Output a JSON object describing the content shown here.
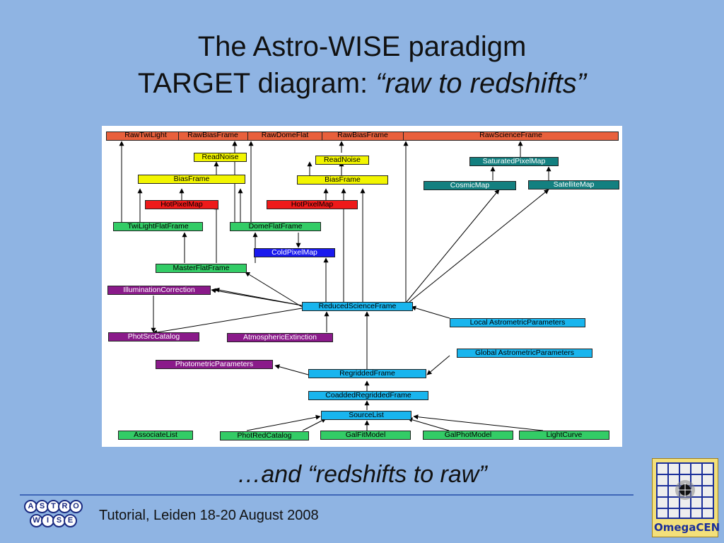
{
  "slide": {
    "title_line1": "The Astro-WISE paradigm",
    "title_line2_prefix": "TARGET diagram: ",
    "title_line2_italic": "“raw to redshifts”",
    "subtitle": "…and “redshifts to raw”",
    "footer": "Tutorial, Leiden 18-20 August 2008"
  },
  "logos": {
    "astro_row1": [
      "A",
      "S",
      "T",
      "R",
      "O"
    ],
    "astro_row2": [
      "W",
      "I",
      "S",
      "E"
    ],
    "omegacen": "OmegaCEN"
  },
  "diagram": {
    "raw_row": [
      "RawTwiLight",
      "RawBiasFrame",
      "RawDomeFlat",
      "RawBiasFrame",
      "RawScienceFrame"
    ],
    "nodes": {
      "readnoise1": "ReadNoise",
      "readnoise2": "ReadNoise",
      "biasframe1": "BiasFrame",
      "biasframe2": "BiasFrame",
      "hotpixelmap1": "HotPixelMap",
      "hotpixelmap2": "HotPixelMap",
      "twilightflatframe": "TwiLightFlatFrame",
      "domeflatframe": "DomeFlatFrame",
      "coldpixelmap": "ColdPixelMap",
      "masterflatframe": "MasterFlatFrame",
      "saturatedpixelmap": "SaturatedPixelMap",
      "cosmicmap": "CosmicMap",
      "satellitemap": "SatelliteMap",
      "illuminationcorrection": "IlluminationCorrection",
      "reducedscienceframe": "ReducedScienceFrame",
      "localastrometricparameters": "Local AstrometricParameters",
      "photsrccatalog": "PhotSrcCatalog",
      "atmosphericextinction": "AtmosphericExtinction",
      "globalastrometricparameters": "Global AstrometricParameters",
      "photometricparameters": "PhotometricParameters",
      "regriddedframe": "RegriddedFrame",
      "coaddedregriddedframe": "CoaddedRegriddedFrame",
      "sourcelist": "SourceList",
      "associatelist": "AssociateList",
      "photredcatalog": "PhotRedCatalog",
      "galfitmodel": "GalFitModel",
      "galphotmodel": "GalPhotModel",
      "lightcurve": "LightCurve"
    },
    "colors": {
      "raw": "#e8603c",
      "yellow": "#f2f500",
      "green": "#33cc66",
      "red": "#ee1a1a",
      "blue": "#1a1aee",
      "purple": "#8a1a8a",
      "cyan": "#19b5ee",
      "teal": "#138080"
    }
  }
}
